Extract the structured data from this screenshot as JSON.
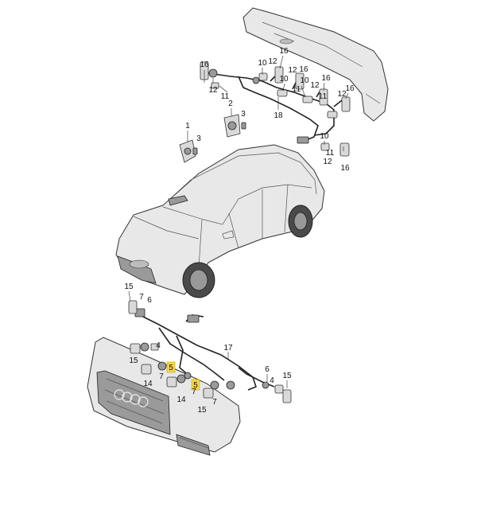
{
  "diagram": {
    "callouts": [
      {
        "text": "16"
      },
      {
        "text": "12"
      },
      {
        "text": "11"
      },
      {
        "text": "10"
      },
      {
        "text": "12"
      },
      {
        "text": "16"
      },
      {
        "text": "10"
      },
      {
        "text": "12"
      },
      {
        "text": "11"
      },
      {
        "text": "16"
      },
      {
        "text": "12"
      },
      {
        "text": "10"
      },
      {
        "text": "11"
      },
      {
        "text": "16"
      },
      {
        "text": "12"
      },
      {
        "text": "16"
      },
      {
        "text": "18"
      },
      {
        "text": "2"
      },
      {
        "text": "3"
      },
      {
        "text": "1"
      },
      {
        "text": "3"
      },
      {
        "text": "10"
      },
      {
        "text": "11"
      },
      {
        "text": "12"
      },
      {
        "text": "16"
      },
      {
        "text": "15"
      },
      {
        "text": "7"
      },
      {
        "text": "6"
      },
      {
        "text": "4"
      },
      {
        "text": "15"
      },
      {
        "text": "17"
      },
      {
        "text": "5"
      },
      {
        "text": "7"
      },
      {
        "text": "14"
      },
      {
        "text": "5"
      },
      {
        "text": "7"
      },
      {
        "text": "14"
      },
      {
        "text": "15"
      },
      {
        "text": "7"
      },
      {
        "text": "6"
      },
      {
        "text": "15"
      },
      {
        "text": "4"
      }
    ]
  }
}
